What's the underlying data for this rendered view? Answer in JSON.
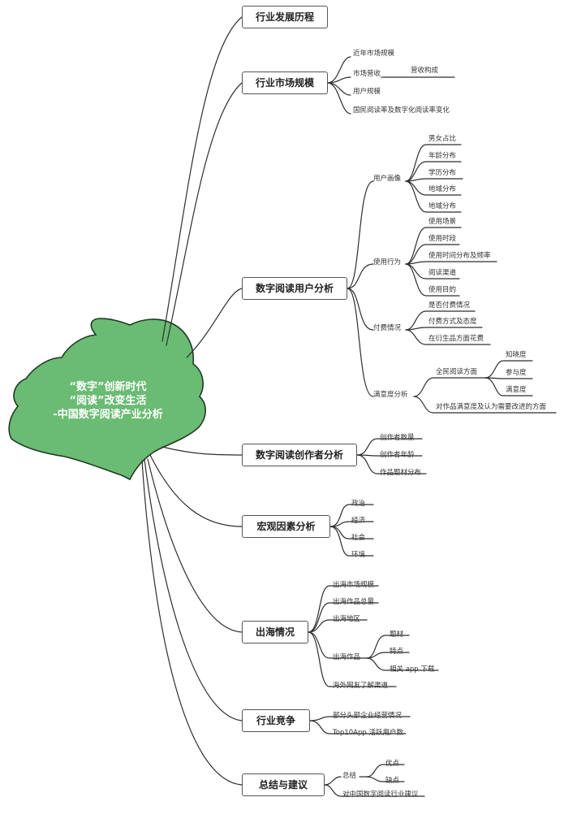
{
  "title": {
    "line1": "“数字”创新时代",
    "line2": "“阅读”改变生活",
    "line3": "-中国数字阅读产业分析"
  },
  "branches": {
    "history": {
      "label": "行业发展历程"
    },
    "market": {
      "label": "行业市场规模",
      "items": [
        "近年市场规模",
        "市场营收",
        "用户规模",
        "国民阅读率及数字化阅读率变化"
      ],
      "revenue_child": "营收构成"
    },
    "users": {
      "label": "数字阅读用户分析",
      "portrait": {
        "label": "用户画像",
        "items": [
          "男女占比",
          "年龄分布",
          "学历分布",
          "地域分布",
          "地域分布"
        ]
      },
      "behavior": {
        "label": "使用行为",
        "items": [
          "使用场景",
          "使用时段",
          "使用时间分布及频率",
          "阅读渠道",
          "使用目的"
        ]
      },
      "payment": {
        "label": "付费情况",
        "items": [
          "是否付费情况",
          "付费方式及态度",
          "在衍生品方面花费"
        ]
      },
      "satisfaction": {
        "label": "满意度分析",
        "national": {
          "label": "全民阅读方面",
          "items": [
            "知晓度",
            "参与度",
            "满意度"
          ]
        },
        "works": "对作品满意度及认为需要改进的方面"
      }
    },
    "creators": {
      "label": "数字阅读创作者分析",
      "items": [
        "创作者数量",
        "创作者年龄",
        "作品题材分布"
      ]
    },
    "macro": {
      "label": "宏观因素分析",
      "items": [
        "政治",
        "经济",
        "社会",
        "环境"
      ]
    },
    "overseas": {
      "label": "出海情况",
      "items": [
        "出海市场规模",
        "出海作品总量",
        "出海地区"
      ],
      "works": {
        "label": "出海作品",
        "items": [
          "题材",
          "特点",
          "相关 app 下载"
        ]
      },
      "channel": "海外网友了解渠道"
    },
    "competition": {
      "label": "行业竞争",
      "items": [
        "部分头部企业经营情况",
        "Top10App 活跃用户数"
      ]
    },
    "summary": {
      "label": "总结与建议",
      "conclusion": {
        "label": "总结",
        "items": [
          "优点",
          "缺点"
        ]
      },
      "advice": "对中国数字阅读行业建议"
    }
  },
  "colors": {
    "leaf_fill": "#6abb73",
    "leaf_stroke": "#1f3b22",
    "line": "#2e2e2e"
  }
}
